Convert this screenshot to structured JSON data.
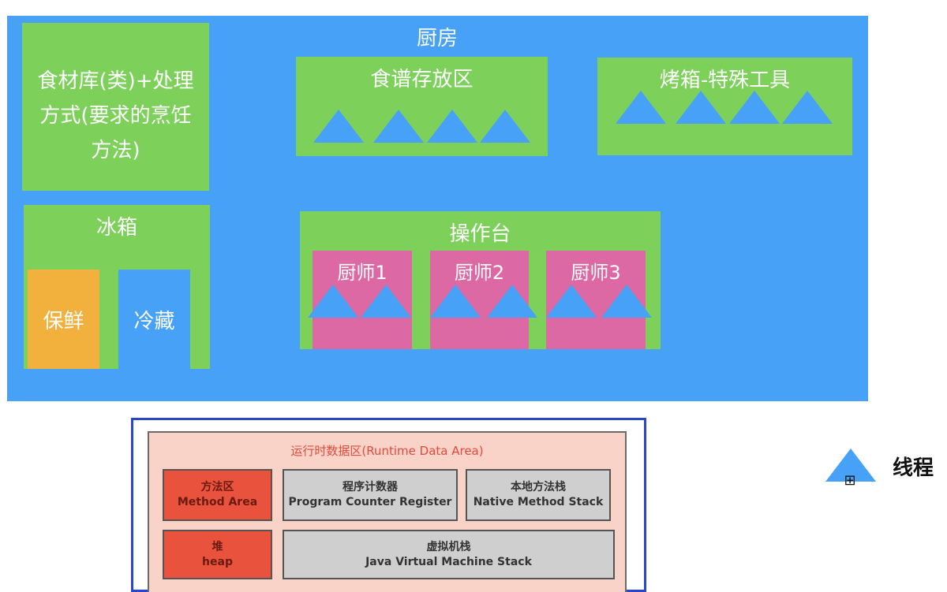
{
  "kitchen": {
    "title": "厨房",
    "ingredients": {
      "line1": "食材库(类)+处理",
      "line2": "方式(要求的烹饪",
      "line3": "方法)"
    },
    "recipes": {
      "label": "食谱存放区"
    },
    "oven": {
      "label": "烤箱-特殊工具"
    },
    "fridge": {
      "label": "冰箱",
      "fresh": "保鲜",
      "cold": "冷藏"
    },
    "counter": {
      "label": "操作台",
      "chefs": [
        "厨师1",
        "厨师2",
        "厨师3"
      ]
    }
  },
  "legend": {
    "label": "线程",
    "expand_glyph": "⊞"
  },
  "jvm": {
    "title": "运行时数据区(Runtime Data Area)",
    "method_area": {
      "zh": "方法区",
      "en": "Method Area"
    },
    "pc_register": {
      "zh": "程序计数器",
      "en": "Program Counter Register"
    },
    "native_stack": {
      "zh": "本地方法栈",
      "en": "Native Method Stack"
    },
    "heap": {
      "zh": "堆",
      "en": "heap"
    },
    "vm_stack": {
      "zh": "虚拟机栈",
      "en": "Java Virtual Machine Stack"
    }
  },
  "colors": {
    "kitchen_blue": "#46a1f7",
    "green": "#7dd15b",
    "orange": "#f2b13d",
    "pink": "#dc69a3",
    "jvm_pink": "#f9d3c8",
    "jvm_red": "#e9523c",
    "jvm_grey": "#cfcfcf"
  }
}
